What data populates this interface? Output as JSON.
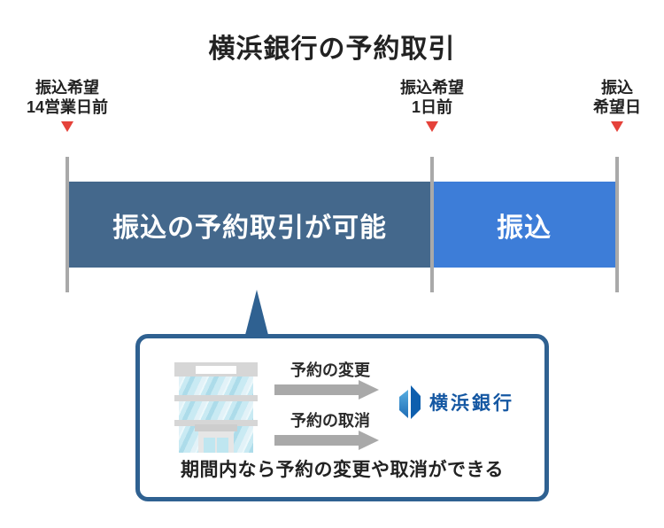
{
  "title": "横浜銀行の予約取引",
  "timeline": {
    "markers": [
      {
        "line1": "振込希望",
        "line2": "14営業日前"
      },
      {
        "line1": "振込希望",
        "line2": "1日前"
      },
      {
        "line1": "振込",
        "line2": "希望日"
      }
    ],
    "bars": [
      {
        "label": "振込の予約取引が可能",
        "color": "#44688C"
      },
      {
        "label": "振込",
        "color": "#3D7DD8"
      }
    ]
  },
  "callout": {
    "actions": [
      {
        "label": "予約の変更"
      },
      {
        "label": "予約の取消"
      }
    ],
    "bank_name": "横浜銀行",
    "caption": "期間内なら予約の変更や取消ができる"
  },
  "colors": {
    "bar_dark": "#44688C",
    "bar_light": "#3D7DD8",
    "marker_red": "#E5423A",
    "tick_gray": "#A9A9A9",
    "callout_border": "#2F6191",
    "arrow_gray": "#A9A9A9",
    "logo_blue": "#1457A2"
  }
}
